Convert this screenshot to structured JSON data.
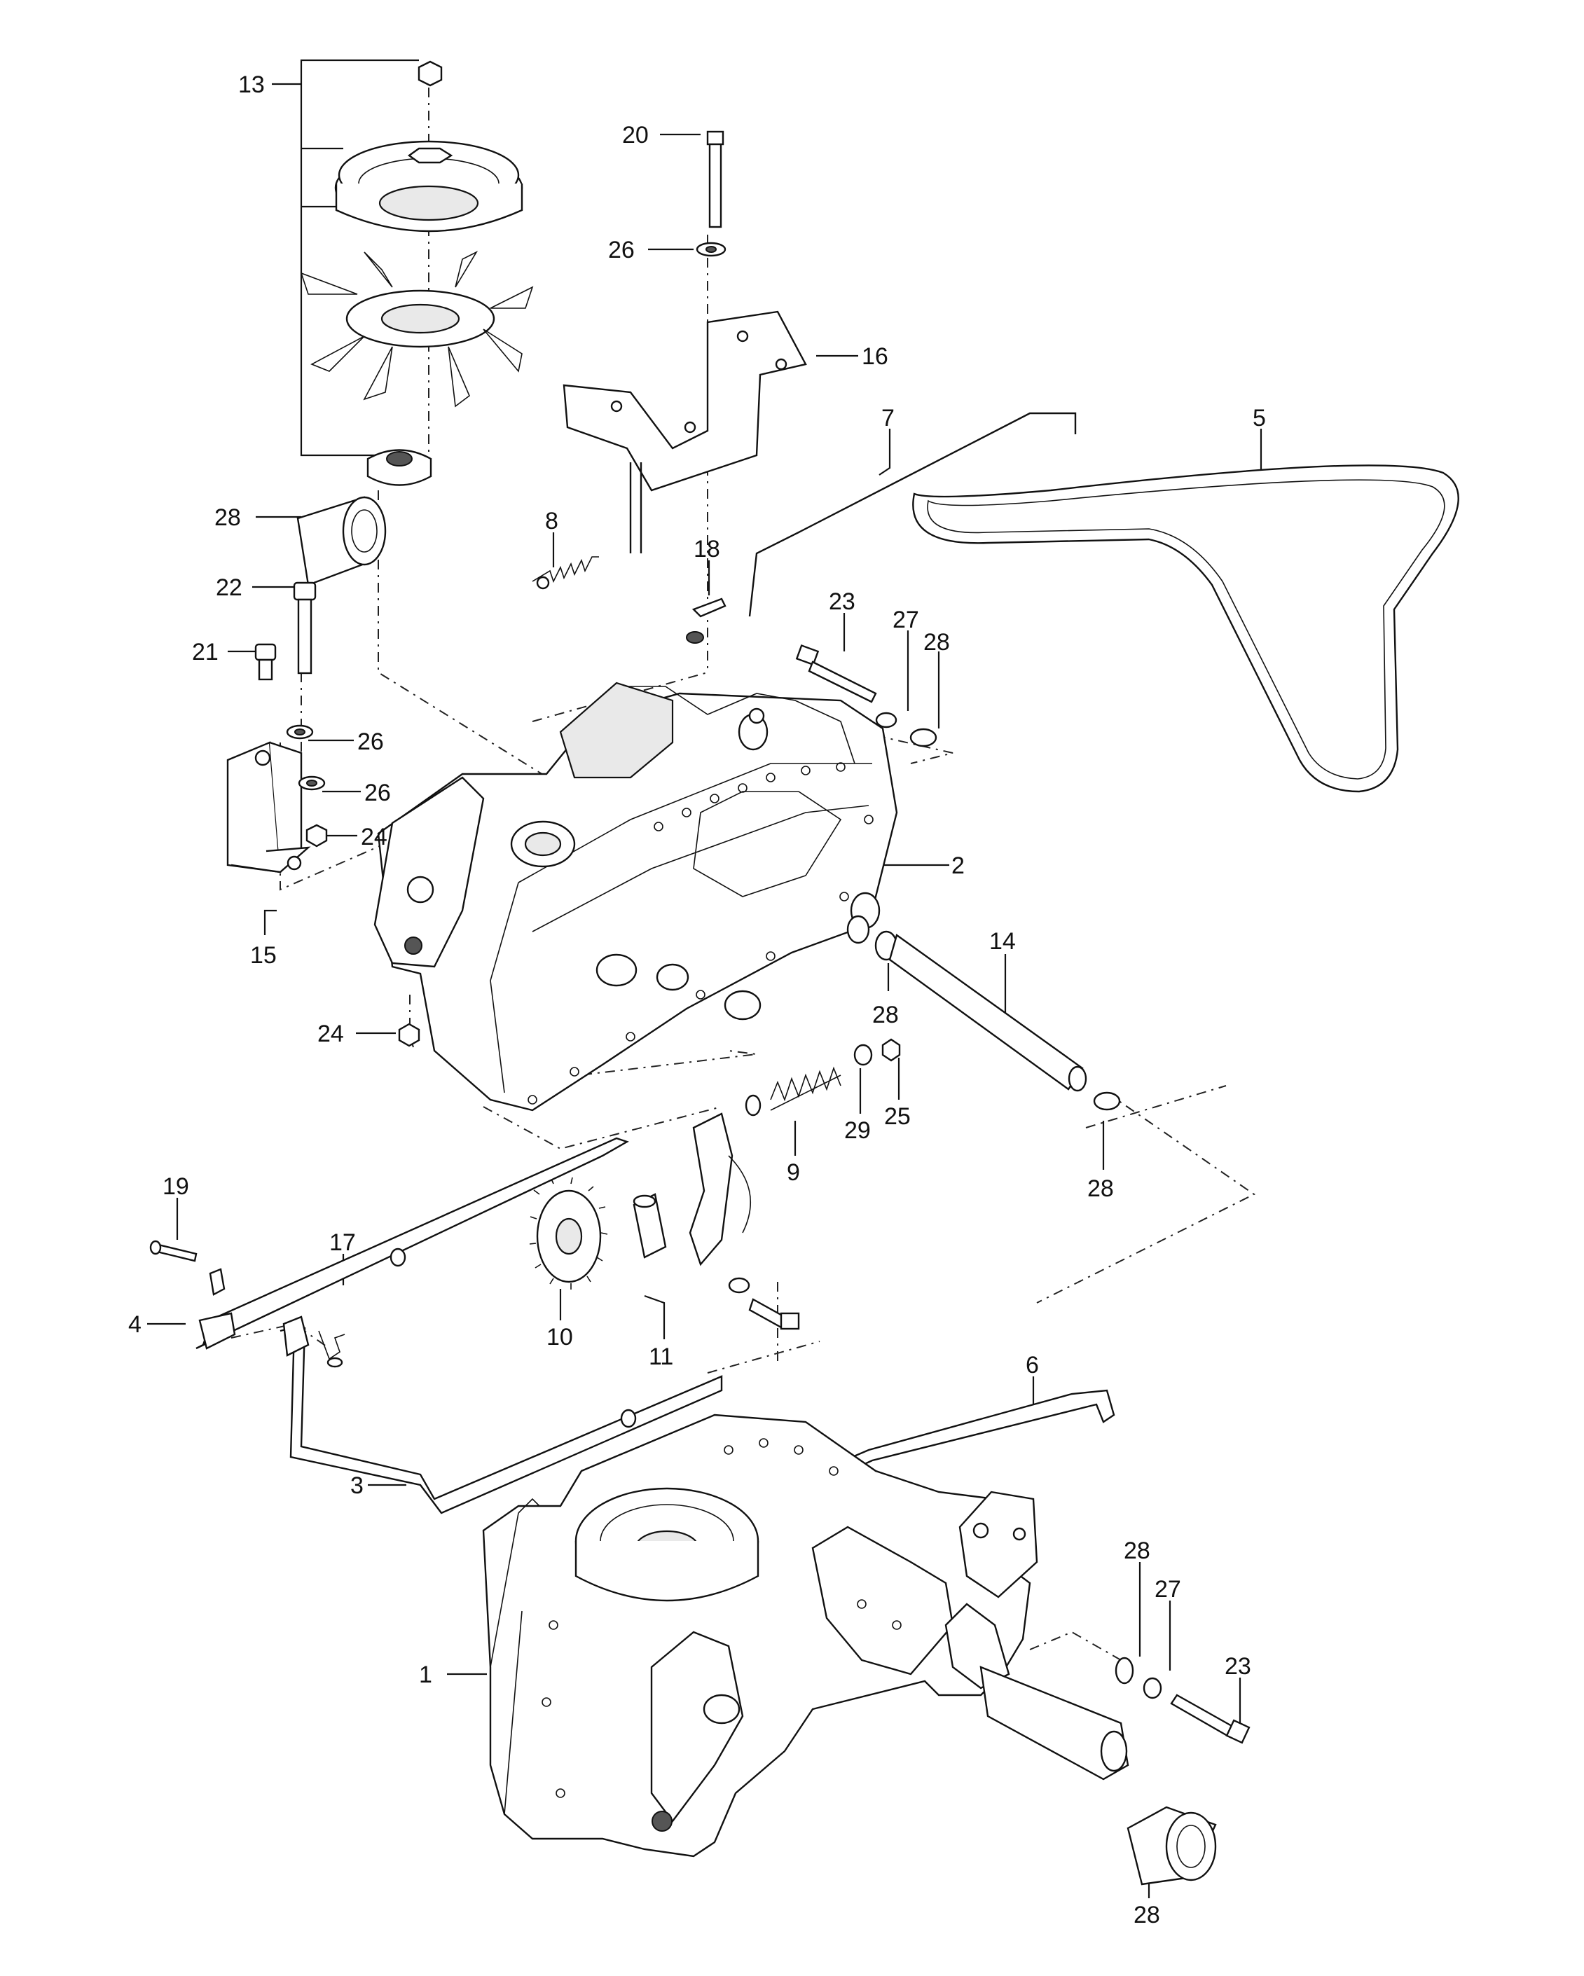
{
  "callouts": [
    {
      "id": "c13a",
      "text": "13"
    },
    {
      "id": "c20",
      "text": "20"
    },
    {
      "id": "c26a",
      "text": "26"
    },
    {
      "id": "c16",
      "text": "16"
    },
    {
      "id": "c7",
      "text": "7"
    },
    {
      "id": "c5",
      "text": "5"
    },
    {
      "id": "c28a",
      "text": "28"
    },
    {
      "id": "c8",
      "text": "8"
    },
    {
      "id": "c18",
      "text": "18"
    },
    {
      "id": "c22",
      "text": "22"
    },
    {
      "id": "c23a",
      "text": "23"
    },
    {
      "id": "c27a",
      "text": "27"
    },
    {
      "id": "c28b",
      "text": "28"
    },
    {
      "id": "c21",
      "text": "21"
    },
    {
      "id": "c26b",
      "text": "26"
    },
    {
      "id": "c26c",
      "text": "26"
    },
    {
      "id": "c24a",
      "text": "24"
    },
    {
      "id": "c2",
      "text": "2"
    },
    {
      "id": "c15",
      "text": "15"
    },
    {
      "id": "c14",
      "text": "14"
    },
    {
      "id": "c24b",
      "text": "24"
    },
    {
      "id": "c28c",
      "text": "28"
    },
    {
      "id": "c29",
      "text": "29"
    },
    {
      "id": "c25",
      "text": "25"
    },
    {
      "id": "c9",
      "text": "9"
    },
    {
      "id": "c28d",
      "text": "28"
    },
    {
      "id": "c19",
      "text": "19"
    },
    {
      "id": "c17",
      "text": "17"
    },
    {
      "id": "c4",
      "text": "4"
    },
    {
      "id": "c10",
      "text": "10"
    },
    {
      "id": "c11",
      "text": "11"
    },
    {
      "id": "c6",
      "text": "6"
    },
    {
      "id": "c3",
      "text": "3"
    },
    {
      "id": "c28e",
      "text": "28"
    },
    {
      "id": "c27b",
      "text": "27"
    },
    {
      "id": "c23b",
      "text": "23"
    },
    {
      "id": "c1",
      "text": "1"
    },
    {
      "id": "c28f",
      "text": "28"
    }
  ]
}
